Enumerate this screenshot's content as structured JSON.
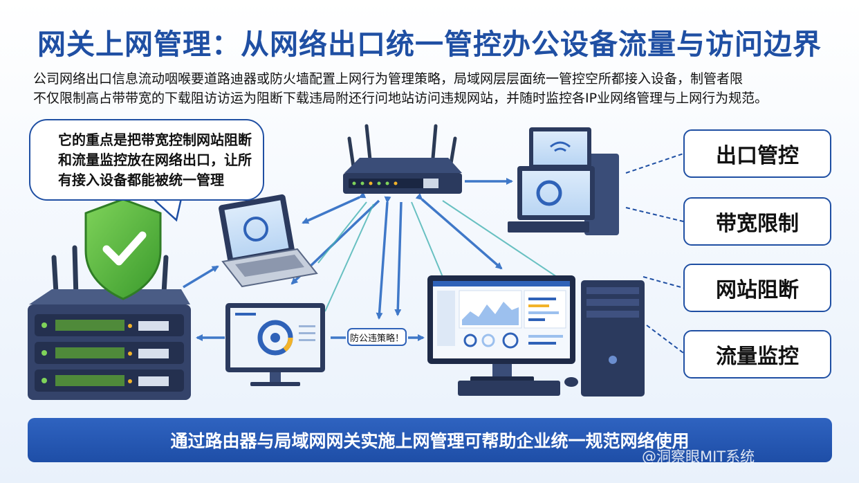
{
  "title": "网关上网管理：从网络出口统一管控办公设备流量与访问边界",
  "intro": {
    "line1": "公司网络出口信息流动咽喉要道路迪器或防火墙配置上网行为管理策略，局域网层层面统一管控空所都接入设备，制管者限",
    "line2": "不仅限制高占带带宽的下载阻访访运为阻断下载违局附还行问地站访问违规网站，并随时监控各IP业网络管理与上网行为规范。"
  },
  "bubble": {
    "line1": "它的重点是把带宽控制网站阻断",
    "line2": "和流量监控放在网络出口，让所",
    "line3": "有接入设备都能被统一管理"
  },
  "features": [
    "出口管控",
    "带宽限制",
    "网站阻断",
    "流量监控"
  ],
  "policy_label": "防公违策略！",
  "banner": "通过路由器与局域网网关实施上网管理可帮助企业统一规范网络使用",
  "watermark": "@洞察眼MIT系统",
  "colors": {
    "title": "#1f4fa3",
    "border": "#1f4fa3",
    "banner": "#2456b2",
    "arrow": "#3f78c8",
    "shield": "#4caf3a"
  },
  "icons": [
    "shield-check-icon",
    "router-icon",
    "laptop-icon",
    "desktop-computer-icon",
    "monitor-icon",
    "workstation-icon",
    "tower-pc-icon"
  ]
}
